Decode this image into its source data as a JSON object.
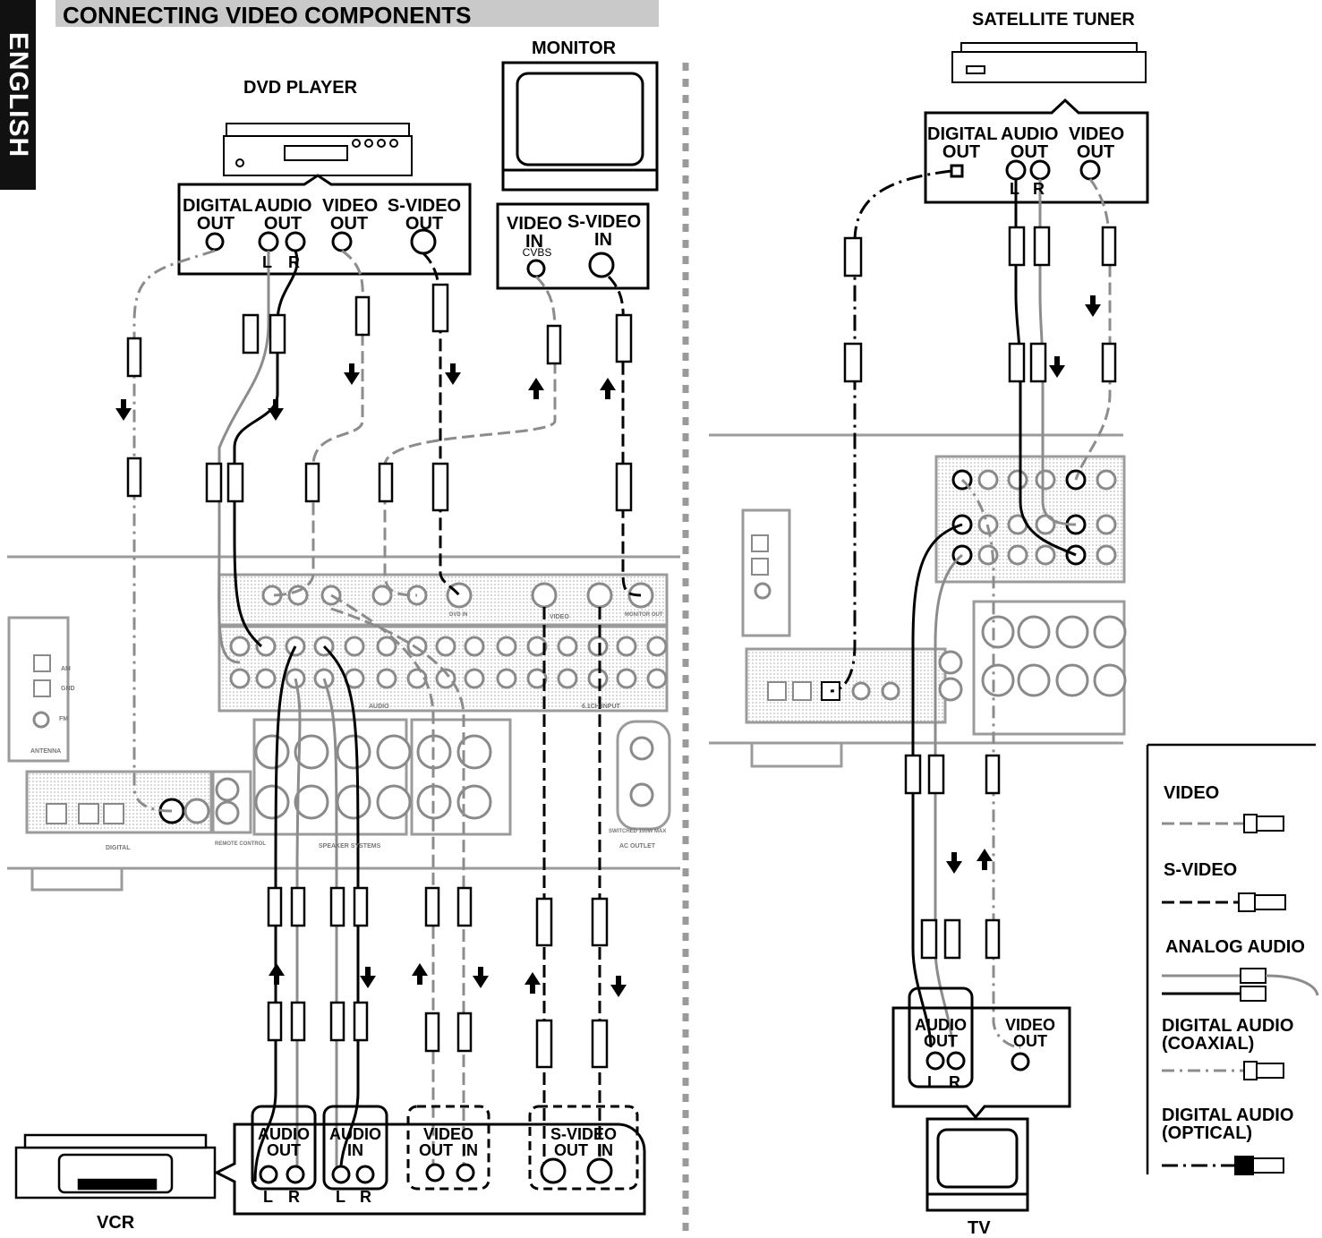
{
  "side_tab": "ENGLISH",
  "page_title": "CONNECTING VIDEO COMPONENTS",
  "devices": {
    "dvd_player": "DVD PLAYER",
    "monitor": "MONITOR",
    "satellite_tuner": "SATELLITE TUNER",
    "vcr": "VCR",
    "tv": "TV"
  },
  "dvd_panel": {
    "digital_out": [
      "DIGITAL",
      "OUT"
    ],
    "audio_out": [
      "AUDIO",
      "OUT"
    ],
    "video_out": [
      "VIDEO",
      "OUT"
    ],
    "svideo_out": [
      "S-VIDEO",
      "OUT"
    ],
    "left": "L",
    "right": "R"
  },
  "monitor_panel": {
    "video_in": [
      "VIDEO",
      "IN"
    ],
    "cvbs": "CVBS",
    "svideo_in": [
      "S-VIDEO",
      "IN"
    ]
  },
  "sat_panel": {
    "digital_out": [
      "DIGITAL",
      "OUT"
    ],
    "audio_out": [
      "AUDIO",
      "OUT"
    ],
    "video_out": [
      "VIDEO",
      "OUT"
    ],
    "left": "L",
    "right": "R"
  },
  "vcr_panel": {
    "audio_out": [
      "AUDIO",
      "OUT"
    ],
    "audio_in": [
      "AUDIO",
      "IN"
    ],
    "video": "VIDEO",
    "video_out_in": "OUT  IN",
    "svideo": "S-VIDEO",
    "svideo_out_in": "OUT  IN",
    "left": "L",
    "right": "R"
  },
  "tv_panel": {
    "audio_out": [
      "AUDIO",
      "OUT"
    ],
    "video_out": [
      "VIDEO",
      "OUT"
    ],
    "left": "L",
    "right": "R"
  },
  "receiver_labels": {
    "antenna": "ANTENNA",
    "am": "AM",
    "gnd": "GND",
    "fm": "FM",
    "digital": "DIGITAL",
    "remote_control": "REMOTE CONTROL",
    "audio": "AUDIO",
    "video": "VIDEO",
    "speaker_systems": "SPEAKER SYSTEMS",
    "ac_outlet": "AC OUTLET",
    "switched": "SWITCHED 100W MAX",
    "input_61ch": "6.1CH INPUT",
    "dvd_in": "DVD IN",
    "monitor_out": "MONITOR OUT"
  },
  "legend": {
    "video": "VIDEO",
    "svideo": "S-VIDEO",
    "analog_audio": "ANALOG AUDIO",
    "digital_coaxial": [
      "DIGITAL AUDIO",
      "(COAXIAL)"
    ],
    "digital_optical": [
      "DIGITAL AUDIO",
      "(OPTICAL)"
    ]
  }
}
